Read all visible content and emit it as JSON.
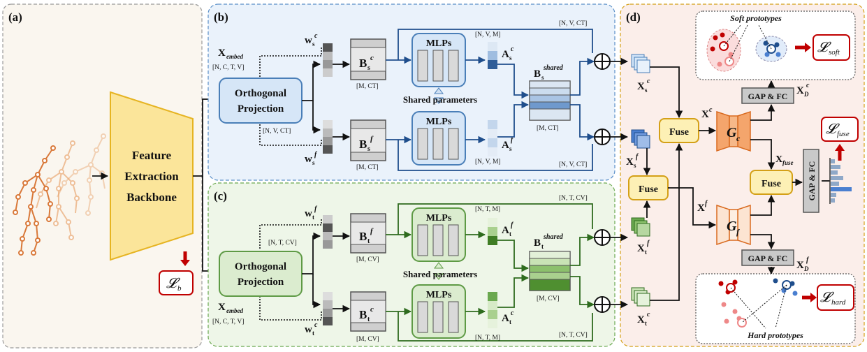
{
  "panels": {
    "a": "(a)",
    "b": "(b)",
    "c": "(c)",
    "d": "(d)"
  },
  "backbone": {
    "line1": "Feature",
    "line2": "Extraction",
    "line3": "Backbone",
    "loss": "𝓛",
    "loss_sub": "b"
  },
  "panel_b": {
    "x_embed": "X",
    "x_embed_sub": "embed",
    "x_embed_shape": "[N, C, T, V]",
    "ortho_line1": "Orthogonal",
    "ortho_line2": "Projection",
    "w_top": "w",
    "w_top_sub": "s",
    "w_top_sup": "c",
    "w_bot": "w",
    "w_bot_sub": "s",
    "w_bot_sup": "f",
    "b_top": "B",
    "b_top_sub": "s",
    "b_top_sup": "c",
    "b_bot": "B",
    "b_bot_sub": "s",
    "b_bot_sup": "f",
    "mlc_top_shape": "[M, CT]",
    "mlc_bot_shape": "[M, CT]",
    "nct_shape": "[N, V, CT]",
    "mlps": "MLPs",
    "shared": "Shared  parameters",
    "a_top": "A",
    "a_top_sub": "s",
    "a_top_sup": "c",
    "a_bot": "A",
    "a_bot_sub": "s",
    "a_bot_sup": "f",
    "nvm_top": "[N, V, M]",
    "nvm_bot": "[N, V, M]",
    "bshared": "B",
    "bshared_sub": "s",
    "bshared_sup": "shared",
    "bshared_shape": "[M, CT]",
    "out_top_shape": "[N, V, CT]",
    "out_bot_shape": "[N, V, CT]"
  },
  "panel_c": {
    "x_embed": "X",
    "x_embed_sub": "embed",
    "x_embed_shape": "[N, C, T, V]",
    "ortho_line1": "Orthogonal",
    "ortho_line2": "Projection",
    "w_top": "w",
    "w_top_sub": "t",
    "w_top_sup": "f",
    "w_bot": "w",
    "w_bot_sub": "t",
    "w_bot_sup": "c",
    "b_top": "B",
    "b_top_sub": "t",
    "b_top_sup": "f",
    "b_bot": "B",
    "b_bot_sub": "t",
    "b_bot_sup": "c",
    "mcv_top_shape": "[M, CV]",
    "mcv_bot_shape": "[M, CV]",
    "ntcv_shape": "[N, T, CV]",
    "mlps": "MLPs",
    "shared": "Shared  parameters",
    "a_top": "A",
    "a_top_sub": "t",
    "a_top_sup": "f",
    "a_bot": "A",
    "a_bot_sub": "t",
    "a_bot_sup": "c",
    "ntm_top": "[N, T, M]",
    "ntm_bot": "[N, T, M]",
    "bshared": "B",
    "bshared_sub": "t",
    "bshared_sup": "shared",
    "bshared_shape": "[M, CV]",
    "out_top_shape": "[N, T, CV]",
    "out_bot_shape": "[N, T, CV]"
  },
  "panel_d": {
    "soft_title": "Soft prototypes",
    "hard_title": "Hard prototypes",
    "l_soft": "𝓛",
    "l_soft_sub": "soft",
    "l_hard": "𝓛",
    "l_hard_sub": "hard",
    "l_fuse": "𝓛",
    "l_fuse_sub": "fuse",
    "xs_c": "X",
    "xs_c_sub": "s",
    "xs_c_sup": "c",
    "xs_f": "X",
    "xs_f_sub": "s",
    "xs_f_sup": "f",
    "xt_f": "X",
    "xt_f_sub": "t",
    "xt_f_sup": "f",
    "xt_c": "X",
    "xt_c_sub": "t",
    "xt_c_sup": "c",
    "fuse": "Fuse",
    "xc": "X",
    "xc_sup": "c",
    "xf": "X",
    "xf_sup": "f",
    "gc": "G",
    "gc_sub": "c",
    "gf": "G",
    "gf_sub": "f",
    "gap_fc": "GAP & FC",
    "xd_c": "X",
    "xd_c_sub": "D",
    "xd_c_sup": "c",
    "xd_f": "X",
    "xd_f_sub": "D",
    "xd_f_sup": "f",
    "xfuse": "X",
    "xfuse_sub": "fuse"
  }
}
